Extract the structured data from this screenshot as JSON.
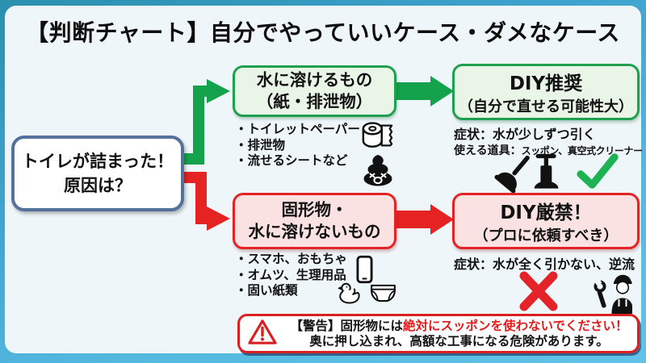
{
  "title": "【判断チャート】自分でやっていいケース・ダメなケース",
  "colors": {
    "green_arrow": "#14a24c",
    "green_border": "#1ea050",
    "green_fill": "#e9f5e6",
    "red_arrow": "#e52323",
    "red_fill": "#fbe2e2",
    "cause_border": "#54719c",
    "check_green": "#1fb254",
    "cross_red": "#e32328",
    "warning_red": "#e31b1b",
    "panel_bg": "#eff6fa"
  },
  "cause_node": {
    "line1": "トイレが詰まった！",
    "line2": "原因は？"
  },
  "soluble_branch": {
    "node": {
      "line1": "水に溶けるもの",
      "line2": "（紙・排泄物）"
    },
    "examples": [
      "・トイレットペーパー",
      "・排泄物",
      "・流せるシートなど"
    ],
    "icons": [
      "toilet-paper-icon",
      "poop-icon"
    ]
  },
  "diy_ok": {
    "node": {
      "line1": "DIY推奨",
      "line2": "（自分で直せる可能性大）"
    },
    "symptom": "症状：水が少しずつ引く",
    "tools_label": "使える道具：",
    "tools_value": "スッポン、真空式クリーナー",
    "icons": [
      "plunger-icon",
      "vacuum-pump-icon",
      "check-icon"
    ]
  },
  "solid_branch": {
    "node": {
      "line1": "固形物・",
      "line2": "水に溶けないもの"
    },
    "examples": [
      "・スマホ、おもちゃ",
      "・オムツ、生理用品",
      "・固い紙類"
    ],
    "icons": [
      "smartphone-icon",
      "duck-icon",
      "diaper-icon"
    ]
  },
  "diy_ng": {
    "node": {
      "line1": "DIY厳禁！",
      "line2": "（プロに依頼すべき）"
    },
    "symptom": "症状：水が全く引かない、逆流",
    "icons": [
      "cross-icon",
      "plumber-icon"
    ]
  },
  "warning": {
    "icon": "warning-triangle-icon",
    "prefix": "【警告】固形物には",
    "highlight": "絶対にスッポンを使わないでください！",
    "line2": "奥に押し込まれ、高額な工事になる危険があります。"
  }
}
